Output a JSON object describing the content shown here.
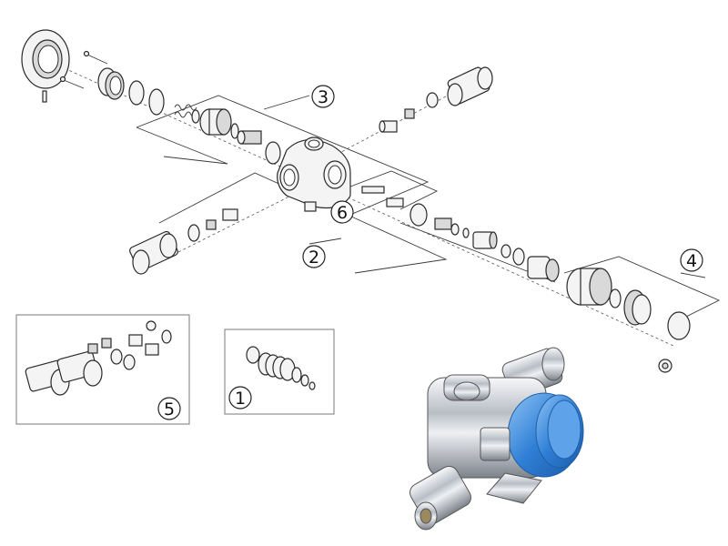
{
  "callouts": [
    {
      "label": "1"
    },
    {
      "label": "2"
    },
    {
      "label": "3"
    },
    {
      "label": "4"
    },
    {
      "label": "5"
    },
    {
      "label": "6"
    }
  ],
  "colors": {
    "line": "#2a2a2a",
    "chrome": "#c8ccd2",
    "knob_blue": "#2f7fd6",
    "box_border": "#7a7a7a"
  }
}
